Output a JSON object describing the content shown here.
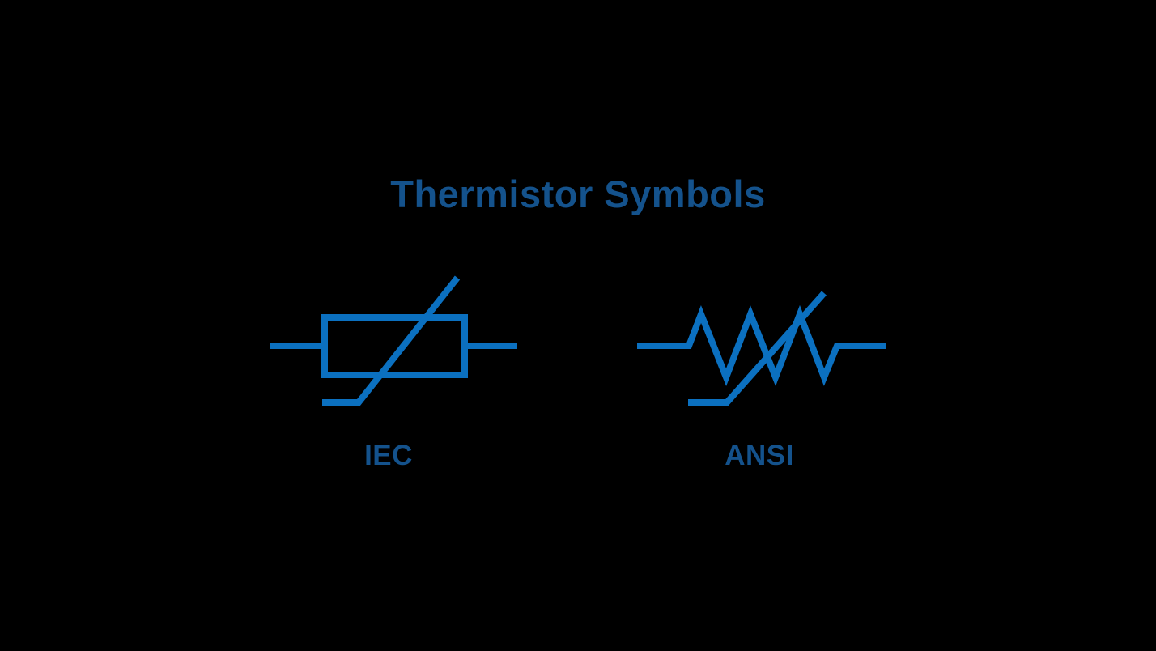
{
  "page": {
    "background": "#000000"
  },
  "title": {
    "text": "Thermistor Symbols"
  },
  "colors": {
    "heading": "#14528C",
    "symbol": "#0B70C0"
  },
  "symbols": [
    {
      "id": "iec",
      "label": "IEC"
    },
    {
      "id": "ansi",
      "label": "ANSI"
    }
  ]
}
